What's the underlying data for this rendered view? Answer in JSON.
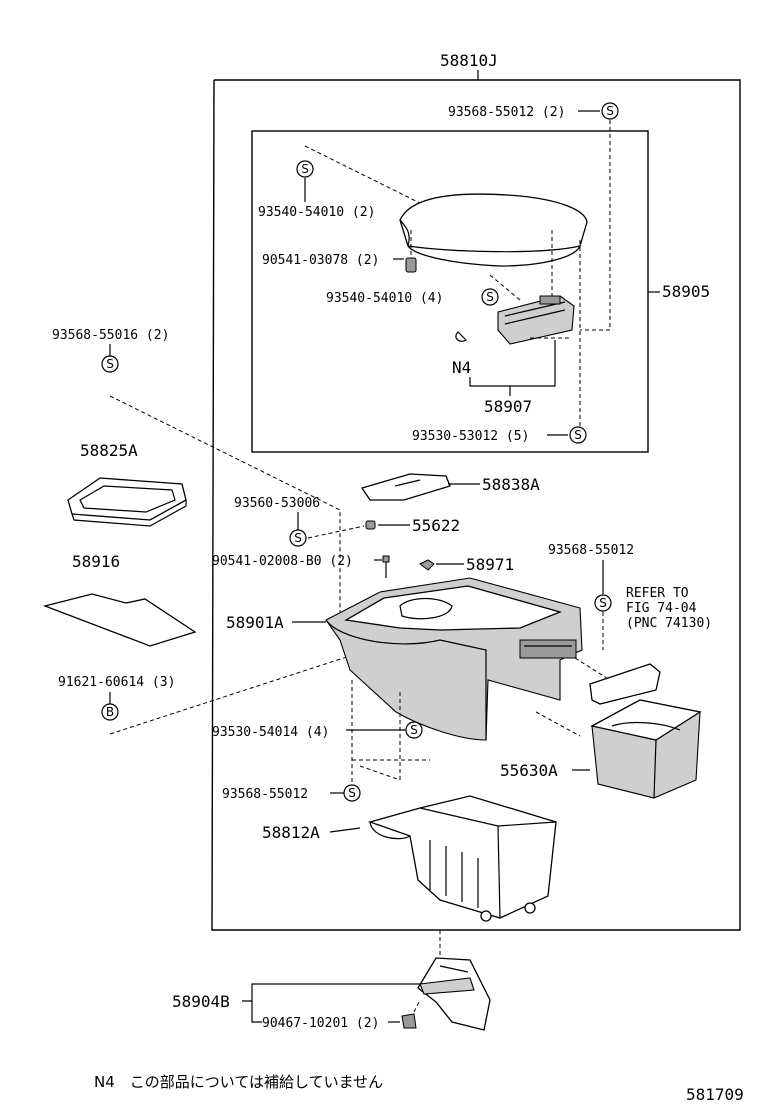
{
  "labels": {
    "assembly_main": "58810J",
    "armrest_assy": "58905",
    "hinge": "58907",
    "n4": "N4",
    "s_93568_55012_2": "93568-55012 (2)",
    "s_93540_54010_2": "93540-54010 (2)",
    "s_90541_03078_2": "90541-03078 (2)",
    "s_93540_54010_4": "93540-54010 (4)",
    "s_93530_53012_5": "93530-53012 (5)",
    "s_93568_55016_2": "93568-55016 (2)",
    "tray": "58825A",
    "mat": "58916",
    "cover": "58838A",
    "s_93560_53006": "93560-53006",
    "clip": "55622",
    "s_90541_02008_b0": "90541-02008-B0 (2)",
    "cushion": "58971",
    "s_93568_55012": "93568-55012",
    "refer_line1": "REFER TO",
    "refer_line2": "FIG 74-04",
    "refer_line3": "(PNC 74130)",
    "box_body": "58901A",
    "s_91621_60614_3": "91621-60614 (3)",
    "s_93530_54014_4": "93530-54014 (4)",
    "ashtray": "55630A",
    "s_93568_55012_b": "93568-55012",
    "inner_box": "58812A",
    "bracket": "58904B",
    "s_90467_10201_2": "90467-10201 (2)",
    "footnote": "N4　この部品については補給していません",
    "figure_number": "581709"
  },
  "symbols": {
    "screw": "S",
    "bolt": "B"
  }
}
